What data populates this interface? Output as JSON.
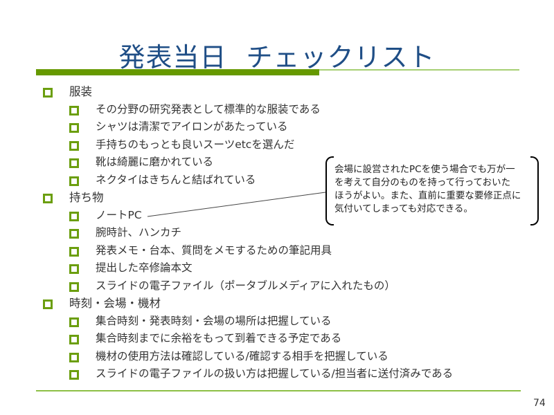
{
  "slide": {
    "title_part1": "発表当日",
    "title_part2": "チェックリスト",
    "page_number": "74",
    "colors": {
      "title": "#1f4e86",
      "accent_green": "#669900",
      "bullet_green": "#6b9e0e",
      "light_green_rule": "#a6cf73"
    }
  },
  "sections": [
    {
      "label": "服装",
      "items": [
        "その分野の研究発表として標準的な服装である",
        "シャツは清潔でアイロンがあたっている",
        "手持ちのもっとも良いスーツetcを選んだ",
        "靴は綺麗に磨かれている",
        "ネクタイはきちんと結ばれている"
      ]
    },
    {
      "label": "持ち物",
      "items": [
        "ノートPC",
        "腕時計、ハンカチ",
        "発表メモ・台本、質問をメモするための筆記用具",
        "提出した卒修論本文",
        "スライドの電子ファイル（ポータブルメディアに入れたもの）"
      ]
    },
    {
      "label": "時刻・会場・機材",
      "items": [
        "集合時刻・発表時刻・会場の場所は把握している",
        "集合時刻までに余裕をもって到着できる予定である",
        "機材の使用方法は確認している/確認する相手を把握している",
        "スライドの電子ファイルの扱い方は把握している/担当者に送付済みである"
      ]
    }
  ],
  "callout": {
    "target_item": "ノートPC",
    "text_lines": [
      "会場に設営されたPCを使う場合でも万が一",
      "を考えて自分のものを持って行っておいた",
      "ほうがよい。また、直前に重要な要修正点に",
      "気付いてしまっても対応できる。"
    ]
  }
}
